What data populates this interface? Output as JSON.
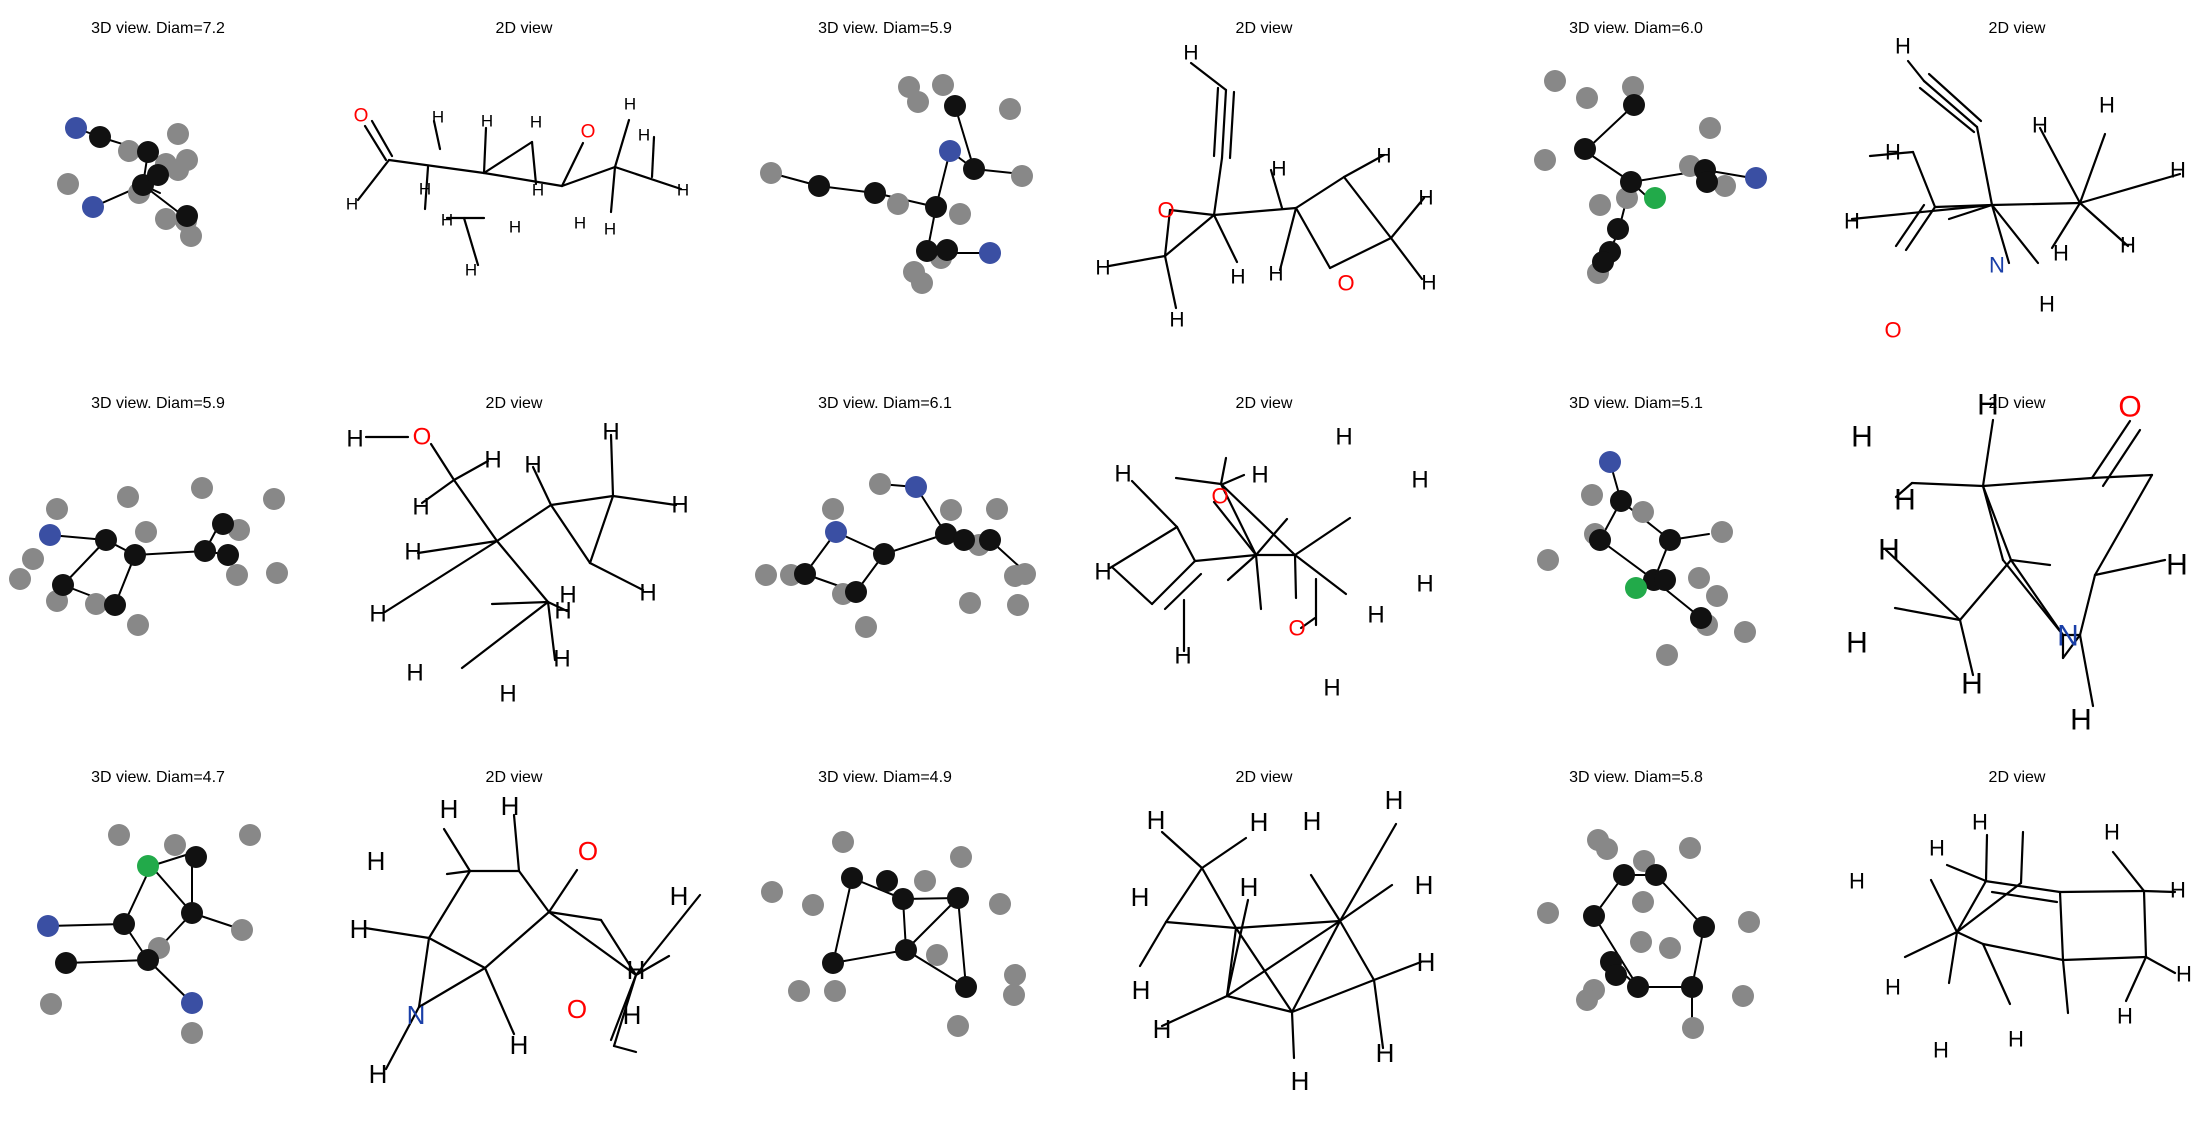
{
  "colors": {
    "C": "#111111",
    "H": "#888888",
    "N": "#3a4fa3",
    "O": "#ff0000",
    "F": "#22aa4a",
    "bond": "#000000",
    "labelN": "#1a3fa8",
    "labelO": "#ff0000",
    "labelH": "#000000"
  },
  "panels": [
    {
      "title": "3D view. Diam=7.2"
    },
    {
      "title": "2D view"
    },
    {
      "title": "3D view. Diam=5.9"
    },
    {
      "title": "2D view"
    },
    {
      "title": "3D view. Diam=6.0"
    },
    {
      "title": "2D view"
    },
    {
      "title": "3D view. Diam=5.9"
    },
    {
      "title": "2D view"
    },
    {
      "title": "3D view. Diam=6.1"
    },
    {
      "title": "2D view"
    },
    {
      "title": "3D view. Diam=5.1"
    },
    {
      "title": "2D view"
    },
    {
      "title": "3D view. Diam=4.7"
    },
    {
      "title": "2D view"
    },
    {
      "title": "3D view. Diam=4.9"
    },
    {
      "title": "2D view"
    },
    {
      "title": "3D view. Diam=5.8"
    },
    {
      "title": "2D view"
    }
  ]
}
